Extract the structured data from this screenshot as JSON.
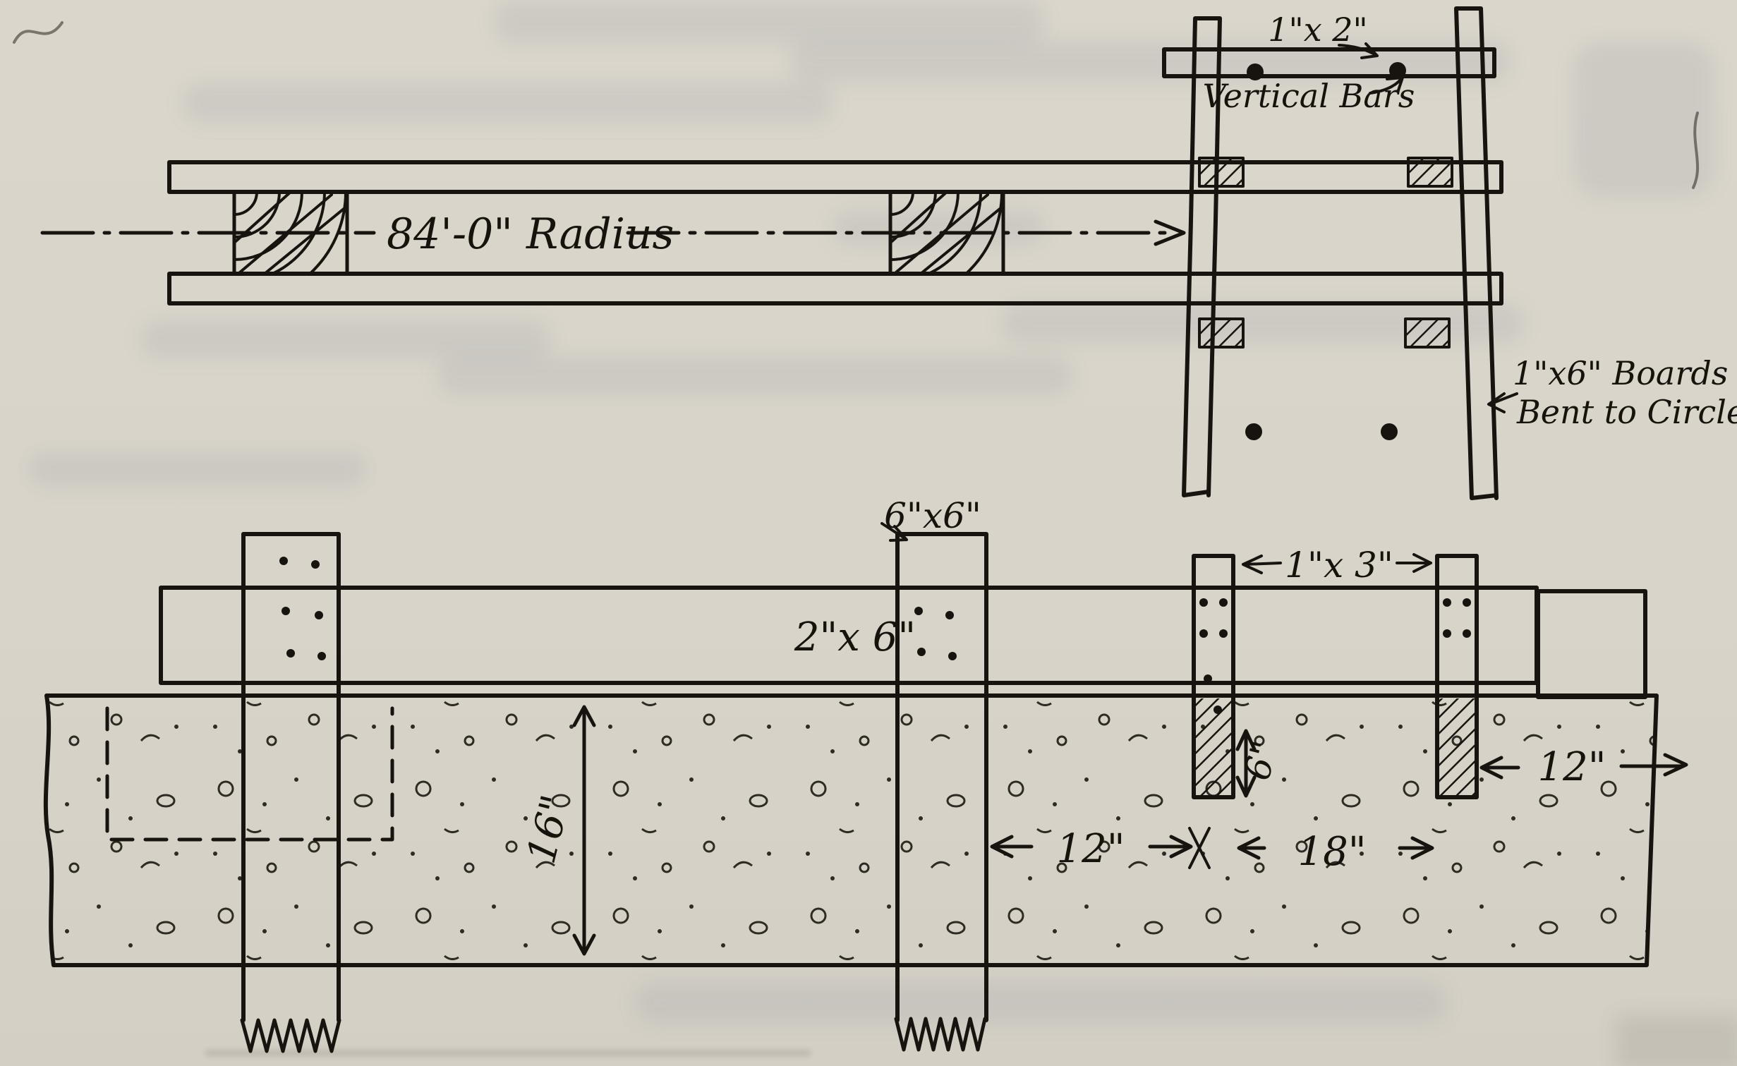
{
  "colors": {
    "paper": "#d8d4ca",
    "ink": "#17130e"
  },
  "plan_view": {
    "radius_label": "84'-0\" Radius",
    "bar_label": "1\"x 2\"",
    "vertical_bars_label": "Vertical Bars",
    "bent_boards_label_line1": "1\"x6\" Boards",
    "bent_boards_label_line2": "Bent to Circle"
  },
  "section_view": {
    "post_label": "6\"x6\"",
    "plank_label": "2\"x 6\"",
    "strip_label": "1\"x 3\"",
    "dims": {
      "slab_depth": "16\"",
      "post_to_strip": "12\"",
      "strip_spacing": "18\"",
      "edge_offset": "12\"",
      "embed_depth": "6\""
    }
  }
}
